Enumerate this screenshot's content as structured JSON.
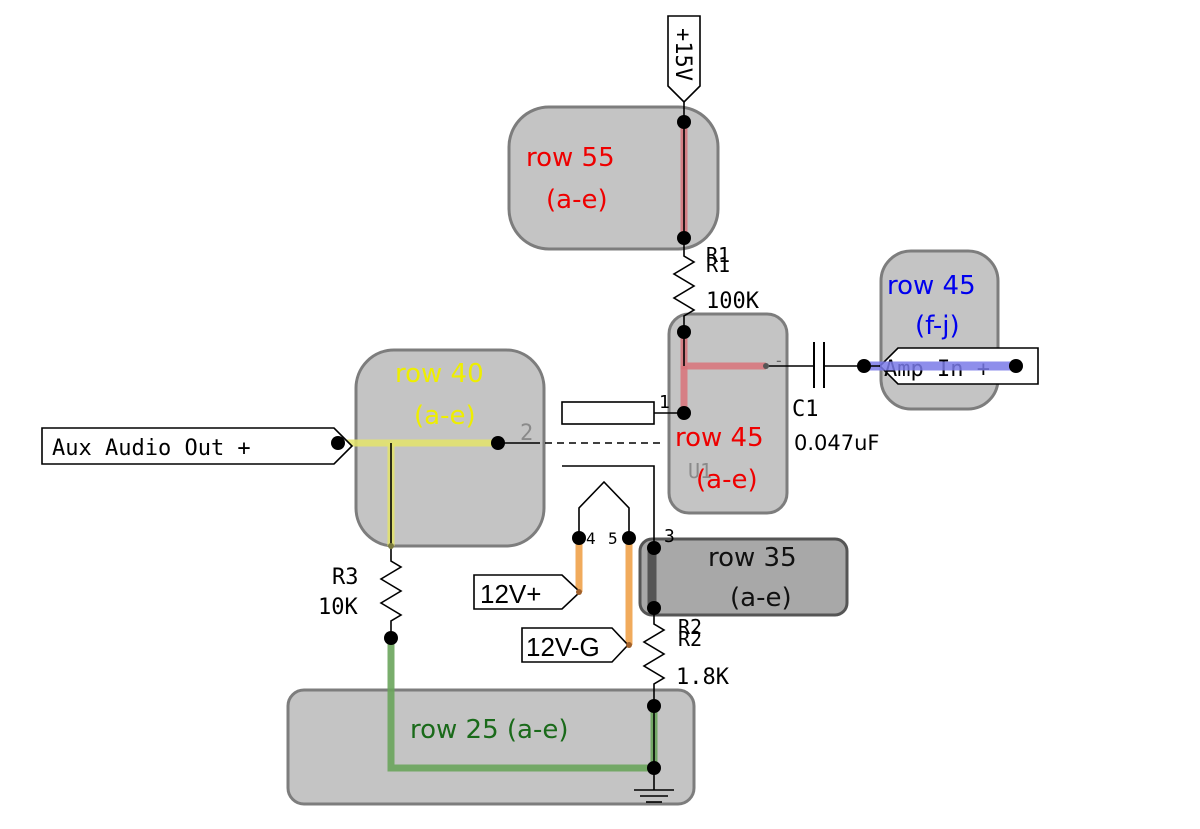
{
  "labels": {
    "power": "+15V",
    "aux_out": "Aux Audio Out +",
    "amp_in": "Amp In +",
    "v12_plus": "12V+",
    "v12_g": "12V-G"
  },
  "rows": {
    "r55_line1": "row 55",
    "r55_line2": "(a-e)",
    "r45fj_line1": "row 45",
    "r45fj_line2": "(f-j)",
    "r40_line1": "row 40",
    "r40_line2": "(a-e)",
    "r45ae_line1": "row 45",
    "r45ae_line2": "(a-e)",
    "r35_line1": "row 35",
    "r35_line2": "(a-e)",
    "r25": "row 25 (a-e)"
  },
  "components": {
    "r1_name": "R1",
    "r1_value": "100K",
    "r2_name": "R2",
    "r2_value": "1.8K",
    "r3_name": "R3",
    "r3_value": "10K",
    "c1_name": "C1",
    "c1_value": "0.047uF",
    "u1_name": "U1"
  },
  "pins": {
    "p1": "1",
    "p2": "2",
    "p3": "3",
    "p4": "4",
    "p5": "5",
    "minus": "-"
  },
  "colors": {
    "row55": "#ee0000",
    "row45_fj": "#0000ee",
    "row40": "#eeee00",
    "row45_ae": "#ee0000",
    "row35": "#111111",
    "row25": "#1a6a1a"
  }
}
